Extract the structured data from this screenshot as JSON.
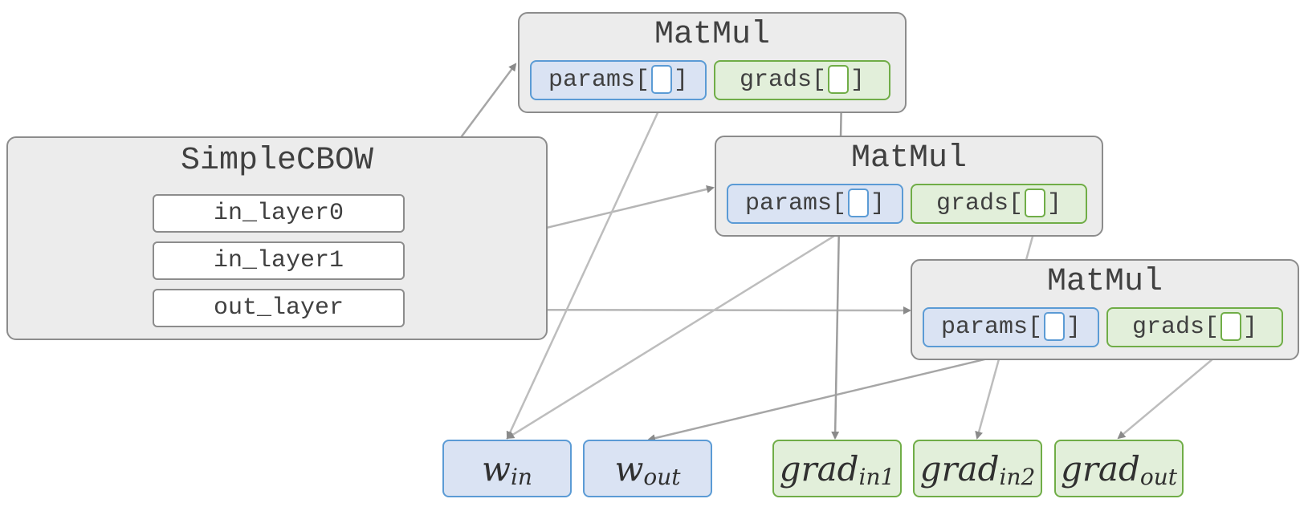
{
  "simplecbow": {
    "title": "SimpleCBOW",
    "layers": [
      "in_layer0",
      "in_layer1",
      "out_layer"
    ]
  },
  "matmul_nodes": [
    {
      "title": "MatMul",
      "params_label": "params",
      "grads_label": "grads"
    },
    {
      "title": "MatMul",
      "params_label": "params",
      "grads_label": "grads"
    },
    {
      "title": "MatMul",
      "params_label": "params",
      "grads_label": "grads"
    }
  ],
  "bracket_open": "[",
  "bracket_close": "]",
  "outputs": {
    "w_in": {
      "base": "w",
      "sub": "in"
    },
    "w_out": {
      "base": "w",
      "sub": "out"
    },
    "grad_in1": {
      "base": "grad",
      "sub": "in1"
    },
    "grad_in2": {
      "base": "grad",
      "sub": "in2"
    },
    "grad_out": {
      "base": "grad",
      "sub": "out"
    }
  },
  "colors": {
    "container_fill": "#ececec",
    "container_border": "#8c8c8c",
    "param_fill": "#dae3f3",
    "param_border": "#5b9bd5",
    "grad_fill": "#e2efda",
    "grad_border": "#70ad47",
    "arrow_dark": "#8a8a8a",
    "arrow_light": "#bdbdbd"
  }
}
